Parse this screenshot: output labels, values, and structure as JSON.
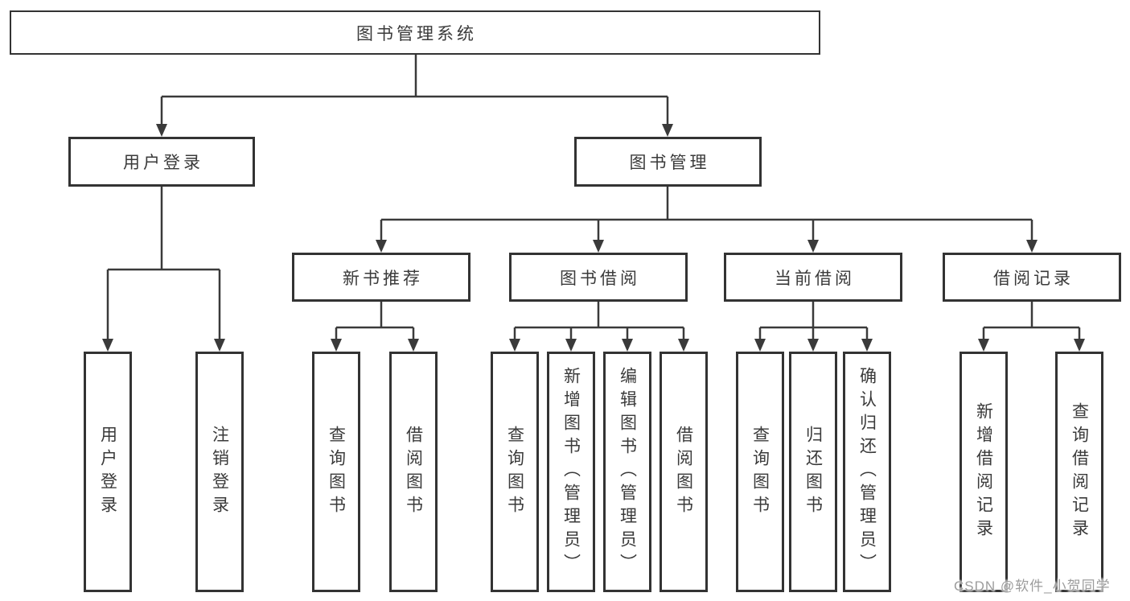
{
  "tree": {
    "root": {
      "label": "图书管理系统",
      "children": [
        {
          "label": "用户登录",
          "children": [
            {
              "label": "用户登录"
            },
            {
              "label": "注销登录"
            }
          ]
        },
        {
          "label": "图书管理",
          "children": [
            {
              "label": "新书推荐",
              "children": [
                {
                  "label": "查询图书"
                },
                {
                  "label": "借阅图书"
                }
              ]
            },
            {
              "label": "图书借阅",
              "children": [
                {
                  "label": "查询图书"
                },
                {
                  "label": "新增图书（管理员）"
                },
                {
                  "label": "编辑图书（管理员）"
                },
                {
                  "label": "借阅图书"
                }
              ]
            },
            {
              "label": "当前借阅",
              "children": [
                {
                  "label": "查询图书"
                },
                {
                  "label": "归还图书"
                },
                {
                  "label": "确认归还（管理员）"
                }
              ]
            },
            {
              "label": "借阅记录",
              "children": [
                {
                  "label": "新增借阅记录"
                },
                {
                  "label": "查询借阅记录"
                }
              ]
            }
          ]
        }
      ]
    }
  },
  "watermark": {
    "text": "CSDN @软件_小贺同学"
  },
  "colors": {
    "line": "#3a3a3a",
    "border": "#333333",
    "text": "#3a3a3a",
    "box_bg": "#ffffff",
    "watermark": "#9c9c9c"
  }
}
